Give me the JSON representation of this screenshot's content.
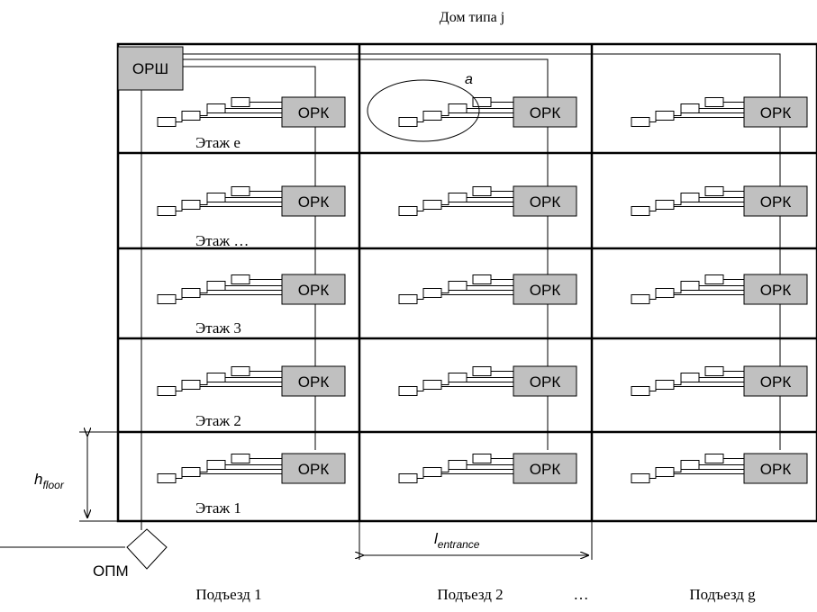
{
  "title": "Дом типа j",
  "riser_cabinet": "ОРШ",
  "floor_box": "ОРК",
  "main_box": "ОПМ",
  "circle_label": "a",
  "floor_labels": [
    "Этаж e",
    "Этаж …",
    "Этаж 3",
    "Этаж 2",
    "Этаж 1"
  ],
  "entrances": [
    "Подъезд 1",
    "Подъезд 2",
    "Подъезд g"
  ],
  "ellipsis": "…",
  "h_label": {
    "main": "h",
    "sub": "floor"
  },
  "l_label": {
    "main": "l",
    "sub": "entrance"
  },
  "colors": {
    "box_fill": "#c0c0c0",
    "line": "#000000"
  }
}
